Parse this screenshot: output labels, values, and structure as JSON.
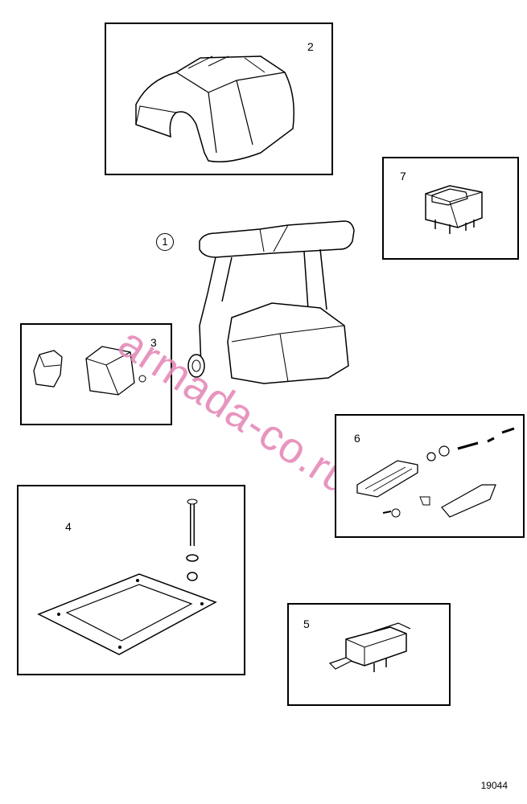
{
  "callouts": {
    "main": "1",
    "cover": "2",
    "switch_pair": "3",
    "mount_kit": "4",
    "micro_switch": "5",
    "lock_kit": "6",
    "rocker": "7"
  },
  "watermark": "armada-co.ru",
  "document_number": "19044",
  "colors": {
    "line": "#000000",
    "watermark": "#e58ab9"
  }
}
